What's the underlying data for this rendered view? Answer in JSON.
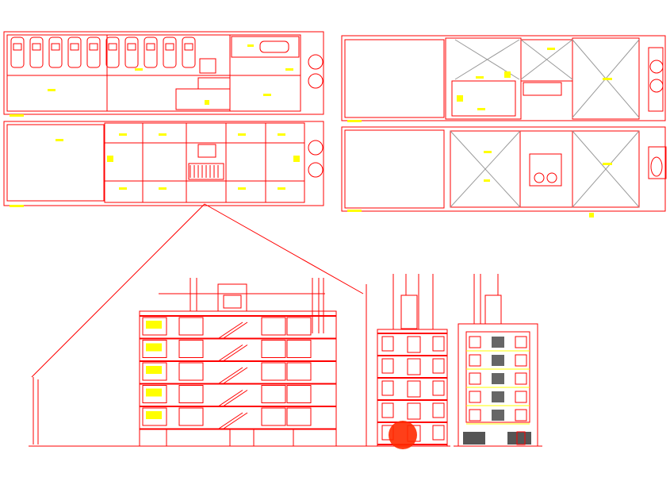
{
  "drawing": {
    "background": "#ffffff",
    "line_color": "#ff0000",
    "accent_color": "#ffff00",
    "gray_color": "#999999",
    "plans": [
      {
        "name": "plan-parking-level",
        "kind": "floor-plan"
      },
      {
        "name": "plan-roof-level",
        "kind": "floor-plan"
      },
      {
        "name": "plan-typical-floor",
        "kind": "floor-plan"
      },
      {
        "name": "plan-upper-floor",
        "kind": "floor-plan"
      }
    ],
    "elevations": [
      {
        "name": "section-longitudinal",
        "floors": 5
      },
      {
        "name": "section-transversal",
        "floors": 5
      },
      {
        "name": "facade-front",
        "floors": 5
      }
    ],
    "parking_spaces": 10
  }
}
